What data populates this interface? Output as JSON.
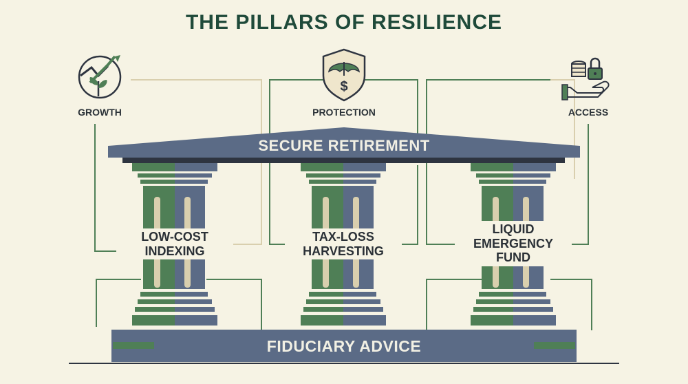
{
  "title": "THE PILLARS OF RESILIENCE",
  "roof": {
    "label": "SECURE RETIREMENT"
  },
  "base": {
    "label": "FIDUCIARY ADVICE"
  },
  "icons": [
    {
      "label": "GROWTH",
      "icon": "growth-chart-sprout-icon"
    },
    {
      "label": "PROTECTION",
      "icon": "shield-umbrella-dollar-icon"
    },
    {
      "label": "ACCESS",
      "icon": "coins-lock-hand-icon"
    }
  ],
  "pillars": [
    {
      "label_lines": [
        "LOW-COST",
        "INDEXING"
      ]
    },
    {
      "label_lines": [
        "TAX-LOSS",
        "HARVESTING"
      ]
    },
    {
      "label_lines": [
        "LIQUID",
        "EMERGENCY",
        "FUND"
      ]
    }
  ],
  "colors": {
    "slate": "#5b6b86",
    "slate_dark": "#2e3440",
    "green": "#4f7f56",
    "cream": "#f6f3e4",
    "line": "#4f7f56",
    "tan_line": "#d9cfae",
    "title": "#1f4a3a"
  }
}
